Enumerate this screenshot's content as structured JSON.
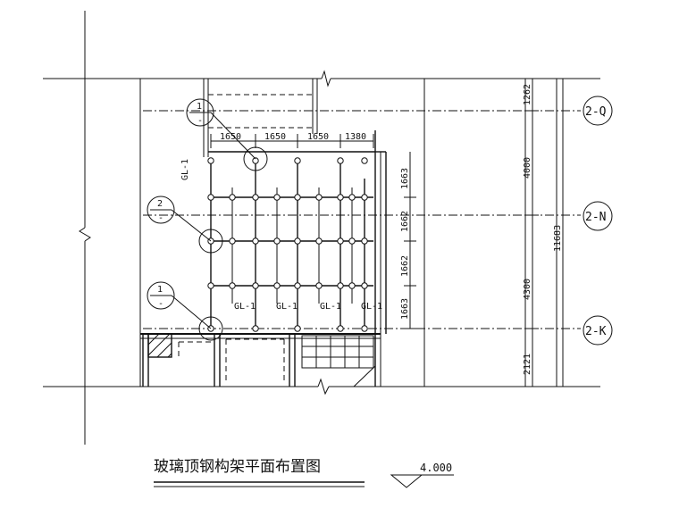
{
  "title": "玻璃顶钢构架平面布置图",
  "elevation": "4.000",
  "axes": [
    "2-Q",
    "2-N",
    "2-K"
  ],
  "top_dims": [
    "1650",
    "1650",
    "1650",
    "1380"
  ],
  "inner_dims": [
    "1663",
    "1662",
    "1662",
    "1663"
  ],
  "outer_dims": [
    "1262",
    "4000",
    "4300",
    "2121"
  ],
  "total_dim": "11683",
  "beams": [
    "GL-1",
    "GL-1",
    "GL-1",
    "GL-1",
    "GL-1"
  ],
  "details": [
    {
      "num": "1",
      "sub": "-"
    },
    {
      "num": "2",
      "sub": "-"
    },
    {
      "num": "1",
      "sub": "-"
    }
  ]
}
